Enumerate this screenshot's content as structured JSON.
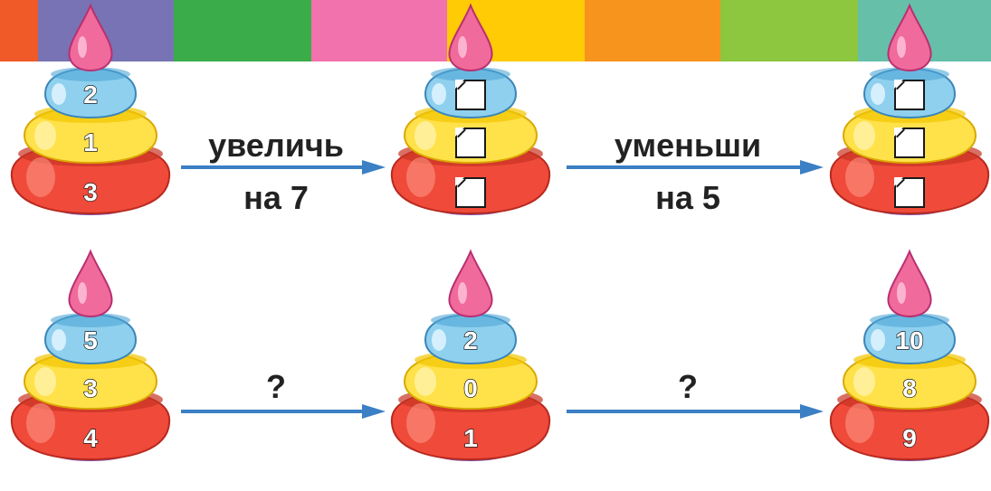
{
  "stripes": [
    "#f05a28",
    "#7873b4",
    "#3aac49",
    "#f172ac",
    "#ffcb05",
    "#f7941d",
    "#8dc63f",
    "#65bfa9"
  ],
  "colors": {
    "top": "#f06a9c",
    "ring_blue": "#8fd0ef",
    "ring_yellow": "#ffe14a",
    "ring_red": "#ef4a3a",
    "base": "#9a5fb4",
    "arrow": "#3b7fc4"
  },
  "row1": {
    "start": [
      "2",
      "1",
      "3"
    ],
    "op1": {
      "line1": "увеличь",
      "line2": "на 7"
    },
    "op2": {
      "line1": "уменьши",
      "line2": "на 5"
    }
  },
  "row2": {
    "start": [
      "5",
      "3",
      "4"
    ],
    "middle": [
      "2",
      "0",
      "1"
    ],
    "end": [
      "10",
      "8",
      "9"
    ],
    "op1": {
      "line1": "?"
    },
    "op2": {
      "line1": "?"
    }
  }
}
